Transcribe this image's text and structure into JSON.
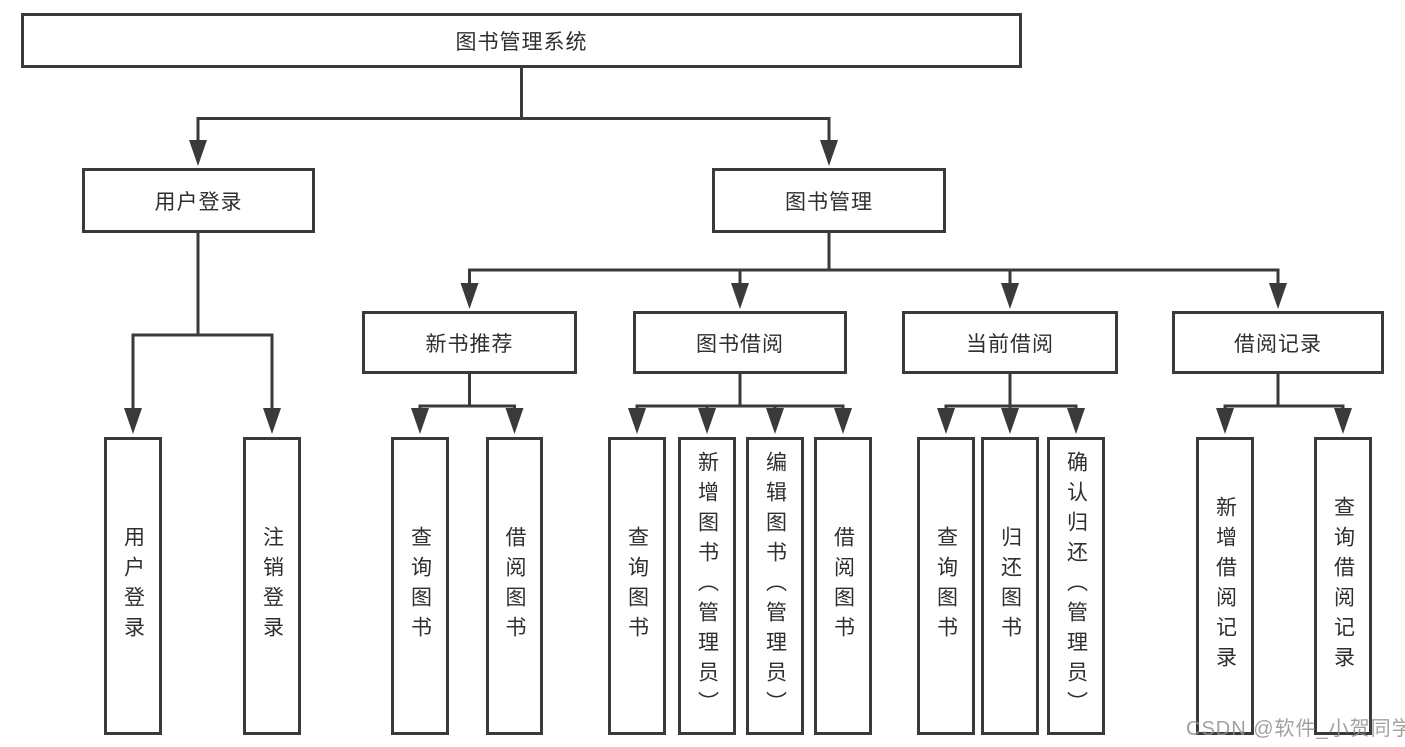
{
  "diagram": {
    "root": "图书管理系统",
    "level2": {
      "user_login": "用户登录",
      "book_management": "图书管理"
    },
    "level3": {
      "new_book_recommend": "新书推荐",
      "book_borrow": "图书借阅",
      "current_borrow": "当前借阅",
      "borrow_records": "借阅记录"
    },
    "leaves": {
      "user_login": [
        "用户登录",
        "注销登录"
      ],
      "new_book_recommend": [
        "查询图书",
        "借阅图书"
      ],
      "book_borrow": [
        "查询图书",
        "新增图书（管理员）",
        "编辑图书（管理员）",
        "借阅图书"
      ],
      "current_borrow": [
        "查询图书",
        "归还图书",
        "确认归还（管理员）"
      ],
      "borrow_records": [
        "新增借阅记录",
        "查询借阅记录"
      ]
    },
    "colors": {
      "line": "#3a3a3a",
      "box_border": "#3a3a3a",
      "text": "#2f2f2f",
      "background": "#ffffff",
      "watermark": "#919191"
    }
  },
  "watermark": "CSDN @软件_小贺同学"
}
